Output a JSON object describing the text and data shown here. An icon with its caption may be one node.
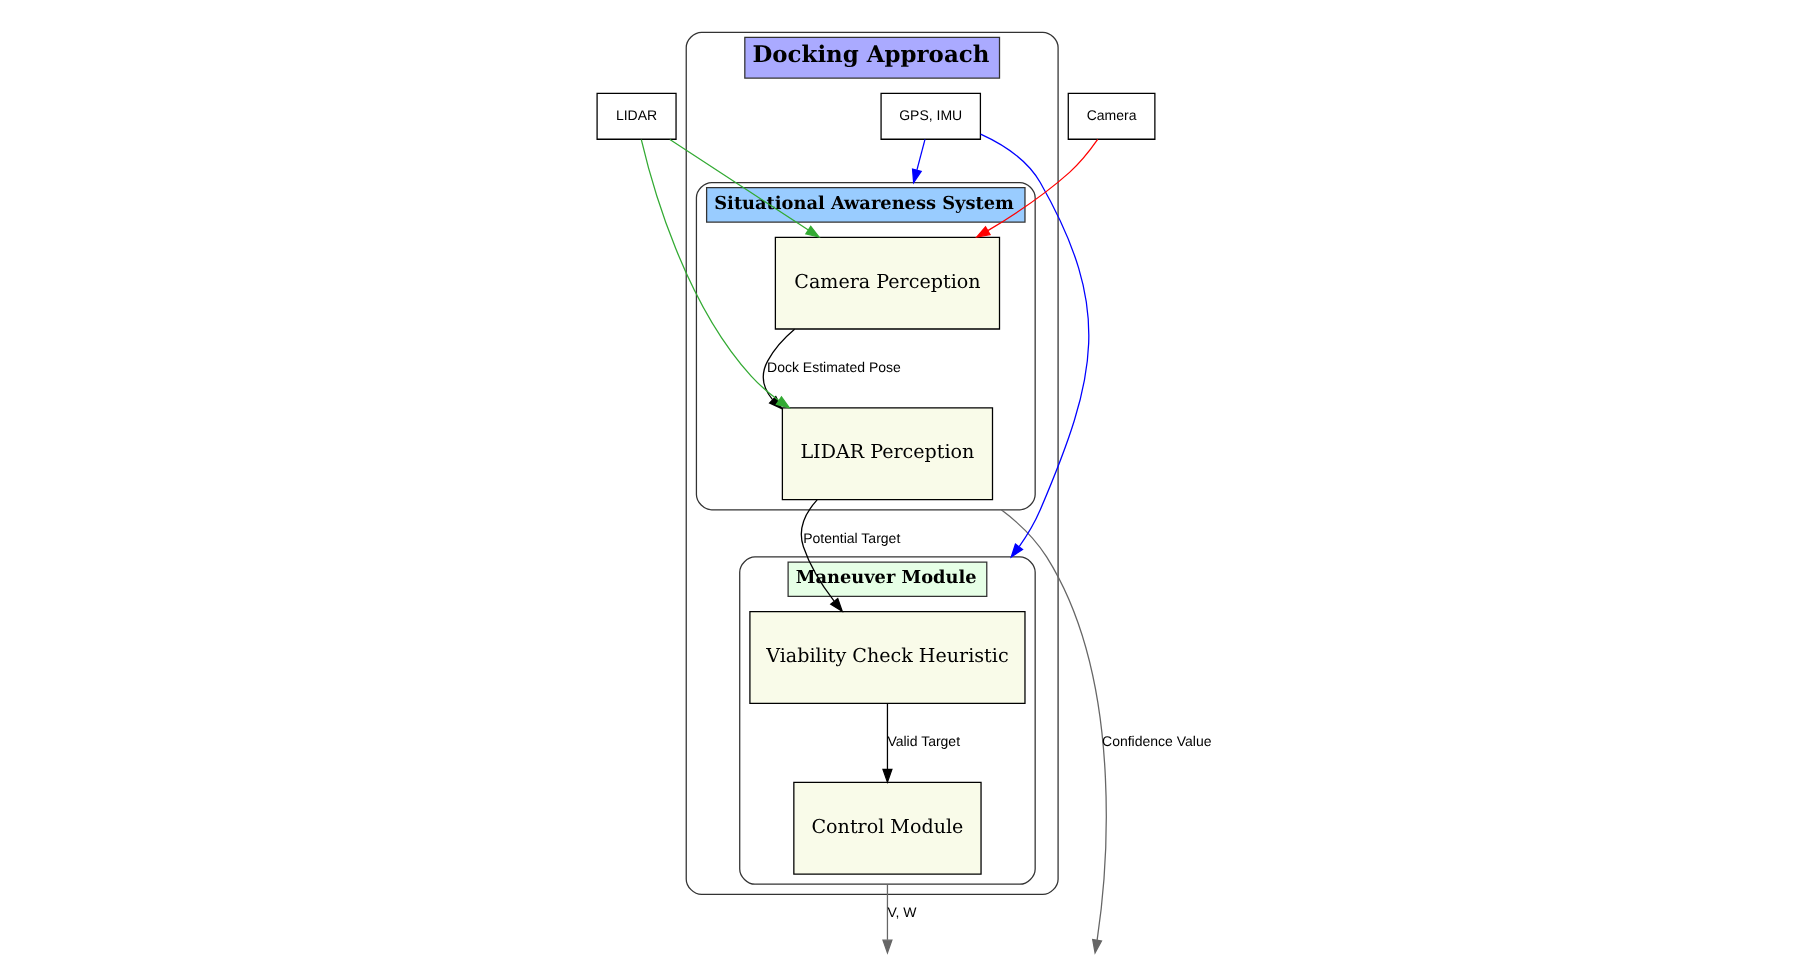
{
  "diagram": {
    "nodes": [
      {
        "text": [
          "Docking Approach"
        ]
      },
      {
        "text": [
          "Situational Awareness System"
        ],
        "in": 0
      },
      {
        "text": [
          "Camera Perception"
        ],
        "in": 1
      },
      {
        "text": [
          "LIDAR Perception"
        ],
        "in": 1
      },
      {
        "text": [
          "GPS, IMU"
        ],
        "in": 0
      },
      {
        "text": [
          "Maneuver Module"
        ],
        "in": 0
      },
      {
        "text": [
          "Viability Check Heuristic"
        ],
        "in": 5
      },
      {
        "text": [
          "Control Module"
        ],
        "in": 5
      },
      {
        "text": [
          "Camera"
        ]
      },
      {
        "text": [
          "LIDAR"
        ]
      }
    ],
    "edges": [
      {
        "from": 8,
        "to": 2,
        "arrow": "to",
        "color": "#ff0000"
      },
      {
        "from": 9,
        "to": 2,
        "arrow": "to",
        "color": "#33aa33"
      },
      {
        "from": 9,
        "to": 3,
        "arrow": "to",
        "color": "#33aa33"
      },
      {
        "from": 2,
        "to": 3,
        "arrow": "to",
        "label": "Dock Estimated Pose"
      },
      {
        "from": 3,
        "to": 6,
        "arrow": "to",
        "label": "Potential Target"
      },
      {
        "from": 6,
        "to": 7,
        "arrow": "to",
        "label": "Valid Target"
      },
      {
        "from": 4,
        "to": 1,
        "arrow": "to",
        "color": "#0000ff"
      },
      {
        "from": 4,
        "to": 5,
        "arrow": "to",
        "color": "#0000ff"
      },
      {
        "from": 1,
        "to": null,
        "arrow": "to",
        "label": "Confidence Value",
        "color": "#666666"
      },
      {
        "from": 5,
        "to": null,
        "arrow": "to",
        "label": "V, W",
        "color": "#666666"
      }
    ]
  }
}
